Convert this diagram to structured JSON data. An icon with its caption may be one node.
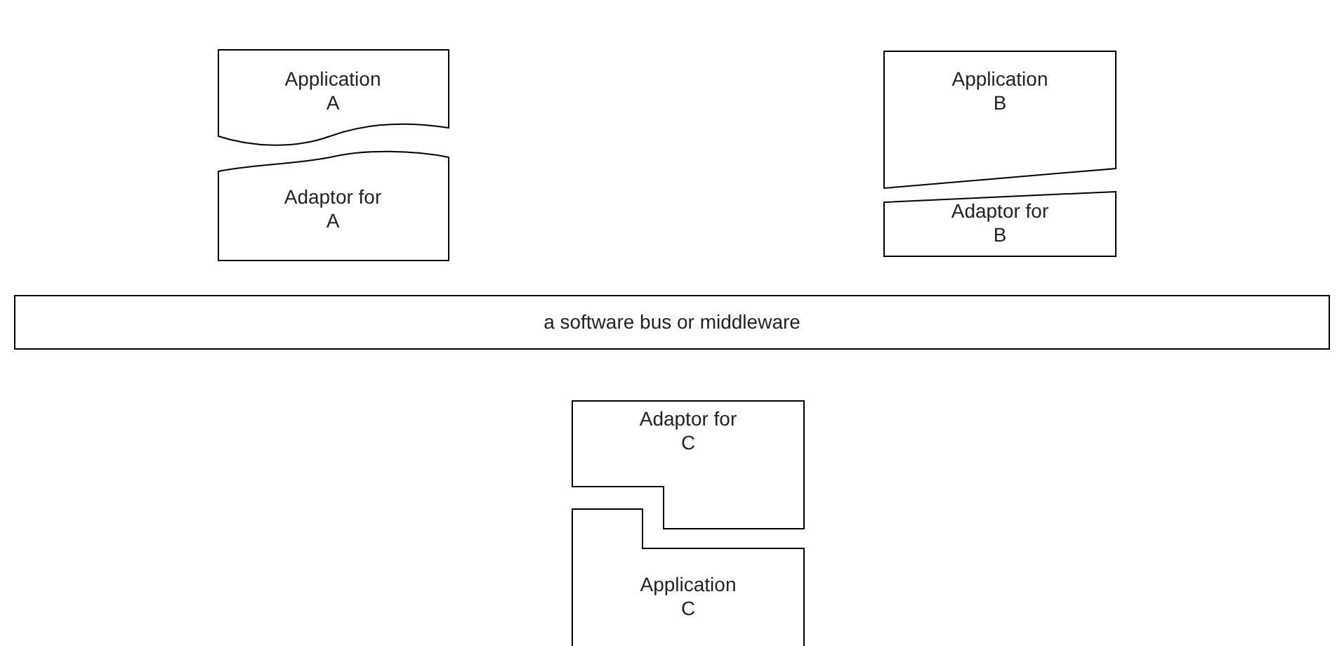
{
  "diagram": {
    "nodes": [
      {
        "text": [
          "Application A"
        ]
      },
      {
        "text": [
          "Adaptor for A"
        ]
      },
      {
        "text": [
          "Application B"
        ]
      },
      {
        "text": [
          "Adaptor for B"
        ]
      },
      {
        "text": [
          "a software bus or middleware"
        ]
      },
      {
        "text": [
          "Adaptor for C"
        ]
      },
      {
        "text": [
          "Application C"
        ]
      }
    ],
    "edges": []
  }
}
